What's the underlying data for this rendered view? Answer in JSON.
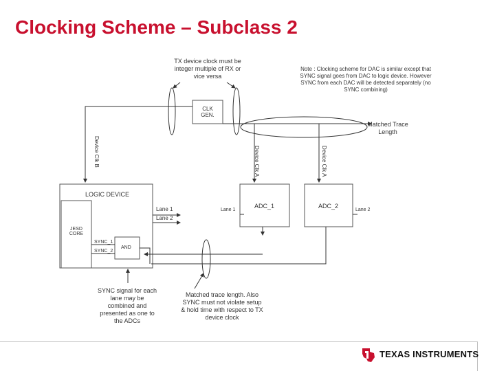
{
  "slide": {
    "title": "Clocking Scheme – Subclass 2"
  },
  "diagram": {
    "note_tx_clock": "TX device clock must be integer multiple of RX or vice versa",
    "note_dac": "Note : Clocking scheme for DAC is similar except that SYNC signal goes from DAC to logic device. However SYNC from each DAC will be detected separately (no SYNC combining)",
    "clk_gen_label": "CLK GEN.",
    "matched_trace": "Matched Trace Length",
    "device_clk_b": "Device Clk B",
    "device_clk_a1": "Device Clk A",
    "device_clk_a2": "Device Clk A",
    "logic_device": "LOGIC DEVICE",
    "jesd_core": "JESD CORE",
    "sync_1": "SYNC_1",
    "sync_2": "SYNC_2",
    "and_gate": "AND",
    "lane1_out": "Lane 1",
    "lane2_out": "Lane 2",
    "adc1": "ADC_1",
    "adc2": "ADC_2",
    "adc1_lane": "Lane 1",
    "adc2_lane": "Lane 2",
    "note_sync": "SYNC signal for each lane may be combined and presented as one to the ADCs",
    "note_matched": "Matched trace length. Also SYNC must not violate setup & hold time with respect to TX device clock"
  },
  "footer": {
    "brand": "Texas Instruments",
    "brand_color": "#c8102e",
    "logo_icon": "ti-state-logo-icon"
  }
}
